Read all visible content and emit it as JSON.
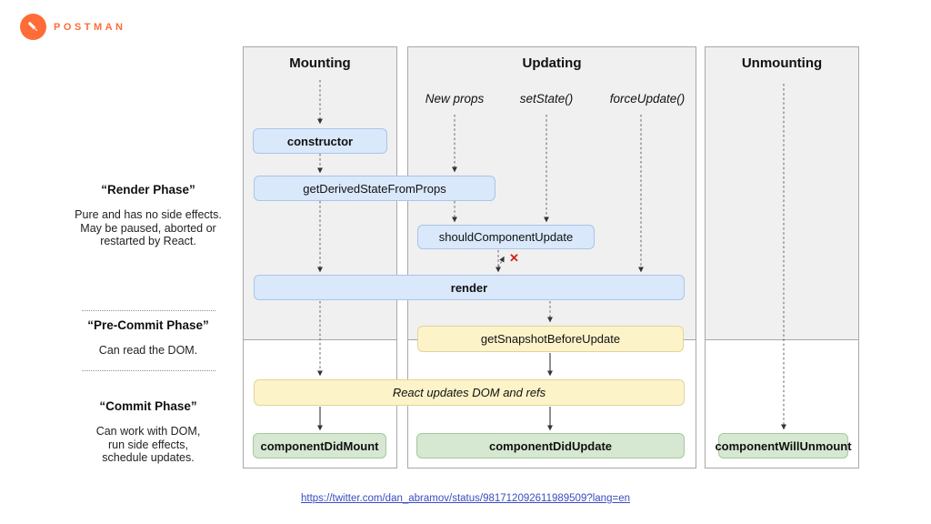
{
  "brand": {
    "name": "POSTMAN"
  },
  "diagram": {
    "columns": [
      {
        "title": "Mounting"
      },
      {
        "title": "Updating",
        "triggers": [
          "New props",
          "setState()",
          "forceUpdate()"
        ]
      },
      {
        "title": "Unmounting"
      }
    ],
    "nodes": {
      "constructor": "constructor",
      "get_derived_state_from_props": "getDerivedStateFromProps",
      "should_component_update": "shouldComponentUpdate",
      "render": "render",
      "get_snapshot_before_update": "getSnapshotBeforeUpdate",
      "react_updates": "React updates DOM and refs",
      "component_did_mount": "componentDidMount",
      "component_did_update": "componentDidUpdate",
      "component_will_unmount": "componentWillUnmount"
    },
    "update_blocked_icon": "✕"
  },
  "phases": [
    {
      "title": "“Render Phase”",
      "description": "Pure and has no side effects.\nMay be paused, aborted or\nrestarted by React."
    },
    {
      "title": "“Pre-Commit Phase”",
      "description": "Can read the DOM."
    },
    {
      "title": "“Commit Phase”",
      "description": "Can work with DOM,\nrun side effects,\nschedule updates."
    }
  ],
  "footer": {
    "link": "https://twitter.com/dan_abramov/status/981712092611989509?lang=en"
  },
  "colors": {
    "brand_orange": "#ff6c37",
    "node_blue": "#d9e8fb",
    "node_yellow": "#fdf3c9",
    "node_green": "#d6e8d1",
    "blocked_red": "#d1241a",
    "link_blue": "#3a4dbf",
    "column_gray": "#f0f0f0"
  }
}
